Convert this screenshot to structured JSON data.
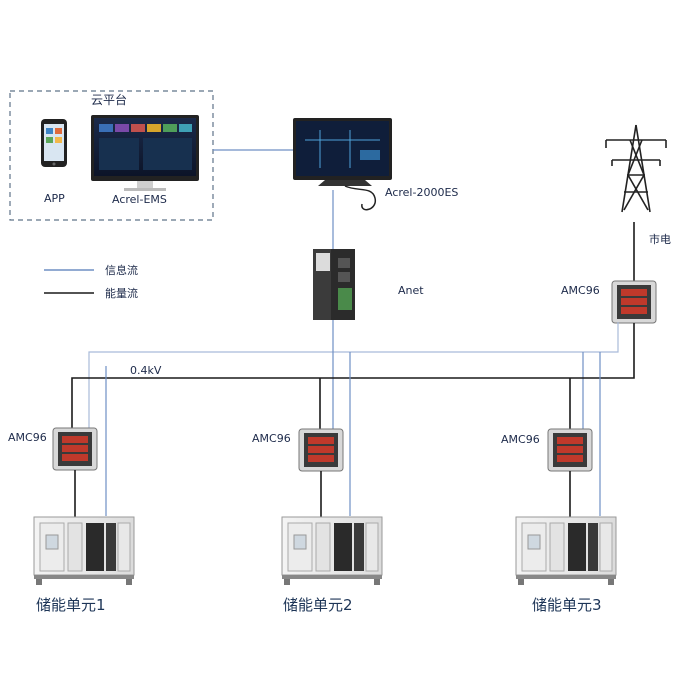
{
  "cloud": {
    "title": "云平台",
    "app_label": "APP",
    "ems_label": "Acrel-EMS"
  },
  "monitor_label": "Acrel-2000ES",
  "gateway_label": "Anet",
  "grid_label": "市电",
  "legend": {
    "info_flow": "信息流",
    "energy_flow": "能量流"
  },
  "bus_label": "0.4kV",
  "meters": {
    "grid": "AMC96",
    "unit1": "AMC96",
    "unit2": "AMC96",
    "unit3": "AMC96"
  },
  "units": {
    "unit1": "储能单元1",
    "unit2": "储能单元2",
    "unit3": "储能单元3"
  },
  "colors": {
    "info_line": "#6f8fc4",
    "energy_line": "#1a1a1a",
    "dashed_box": "#5f7389",
    "label": "#1d3557"
  }
}
